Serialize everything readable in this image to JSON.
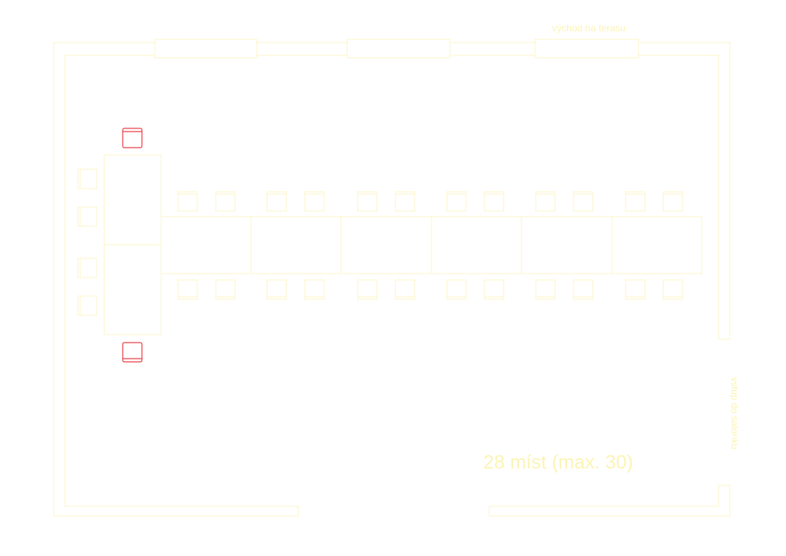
{
  "labels": {
    "terrace_exit": "východ na terasu",
    "salon_entrance": "vstup do salonku",
    "capacity": "28 míst (max. 30)"
  },
  "colors": {
    "wall": "#fcf6c9",
    "label": "#fcf4b4",
    "highlight_chair": "#e8434a",
    "background": "#ffffff"
  },
  "seating": {
    "table_modules_in_row": 6,
    "head_table_modules": 2
  }
}
